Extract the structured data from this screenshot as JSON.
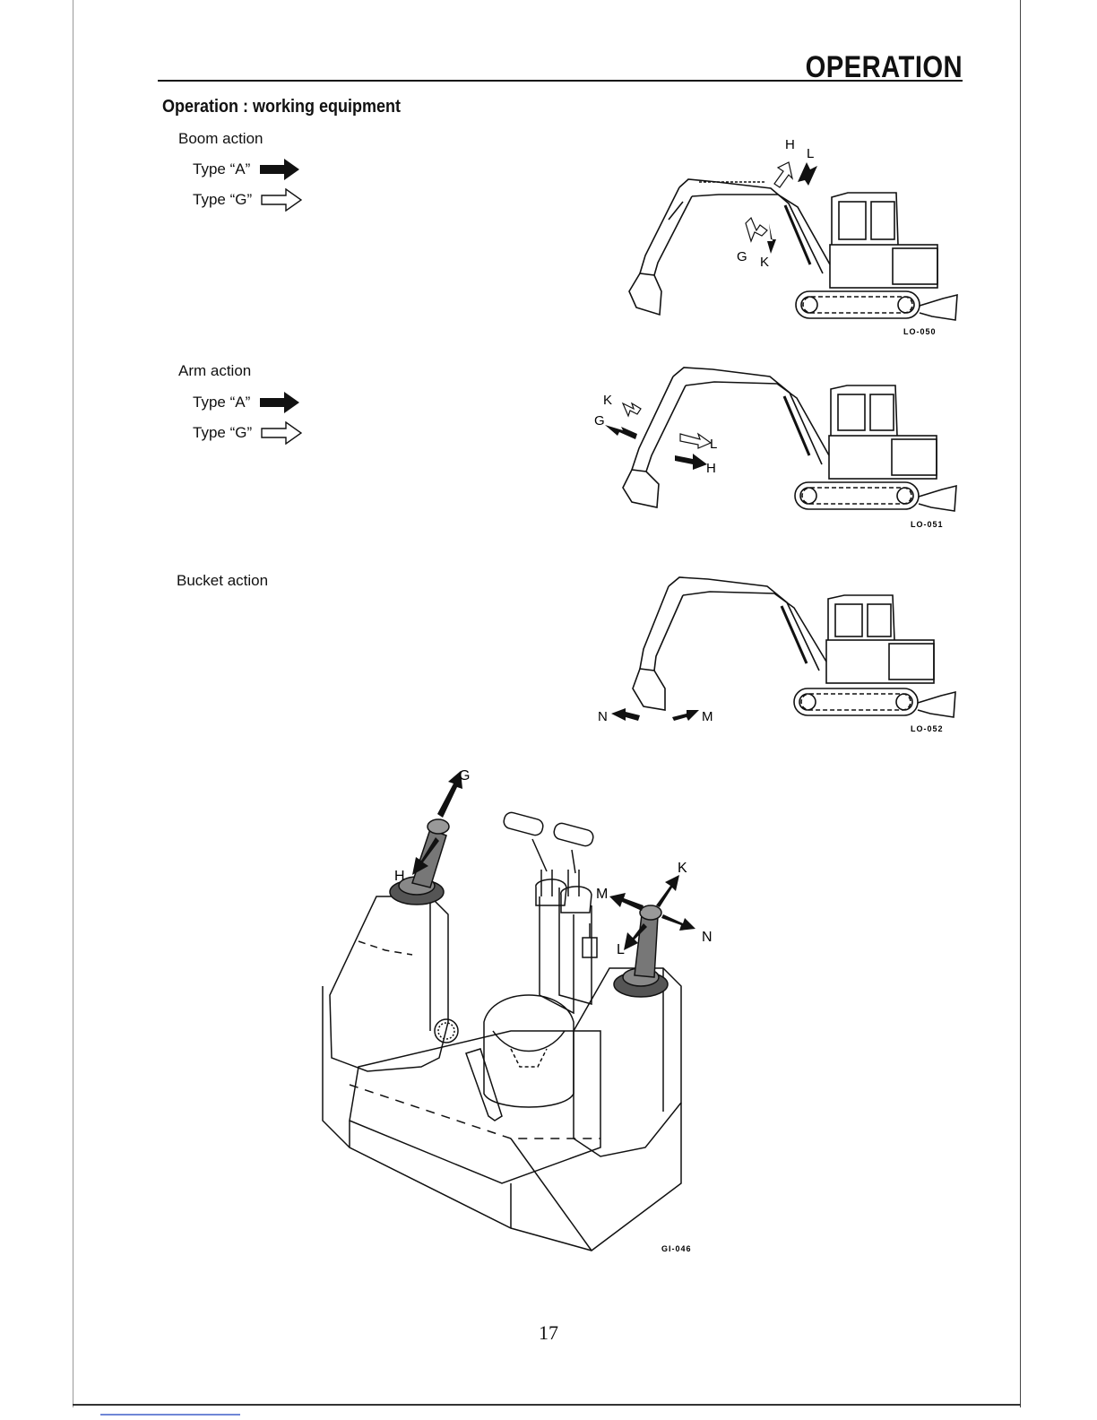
{
  "header": {
    "title": "OPERATION"
  },
  "section": {
    "title": "Operation : working equipment"
  },
  "boom": {
    "label": "Boom action",
    "type_a": "Type “A”",
    "type_g": "Type “G”",
    "figure_code": "LO-050",
    "arrows": {
      "h": "H",
      "l": "L",
      "g": "G",
      "k": "K"
    }
  },
  "arm": {
    "label": "Arm action",
    "type_a": "Type “A”",
    "type_g": "Type “G”",
    "figure_code": "LO-051",
    "arrows": {
      "k": "K",
      "g": "G",
      "l": "L",
      "h": "H"
    }
  },
  "bucket": {
    "label": "Bucket action",
    "figure_code": "LO-052",
    "arrows": {
      "n": "N",
      "m": "M"
    }
  },
  "controls": {
    "figure_code": "GI-046",
    "arrows": {
      "g": "G",
      "h": "H",
      "k": "K",
      "m": "M",
      "n": "N",
      "l": "L"
    }
  },
  "page": {
    "number": "17"
  },
  "icons": {
    "type_a_arrow": "solid-arrow-icon",
    "type_g_arrow": "outline-arrow-icon"
  }
}
